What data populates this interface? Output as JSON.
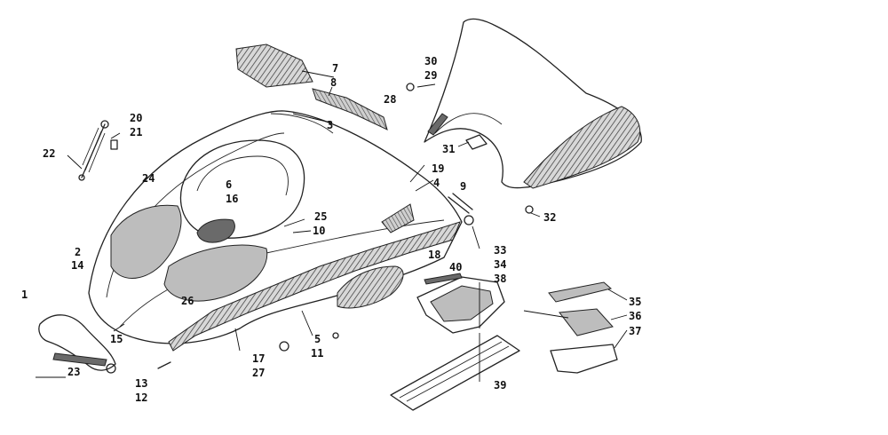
{
  "callouts": {
    "c1": "1",
    "c2": "2",
    "c3": "3",
    "c4": "4",
    "c5": "5",
    "c6": "6",
    "c7": "7",
    "c8": "8",
    "c9": "9",
    "c10": "10",
    "c11": "11",
    "c12": "12",
    "c13": "13",
    "c14": "14",
    "c15": "15",
    "c16": "16",
    "c17": "17",
    "c18": "18",
    "c19": "19",
    "c20": "20",
    "c21": "21",
    "c22": "22",
    "c23": "23",
    "c24": "24",
    "c25": "25",
    "c26": "26",
    "c27": "27",
    "c28": "28",
    "c29": "29",
    "c30": "30",
    "c31": "31",
    "c32": "32",
    "c33": "33",
    "c34": "34",
    "c35": "35",
    "c36": "36",
    "c37": "37",
    "c38": "38",
    "c39": "39",
    "c40": "40"
  },
  "colors": {
    "line": "#222222",
    "background": "#ffffff"
  }
}
